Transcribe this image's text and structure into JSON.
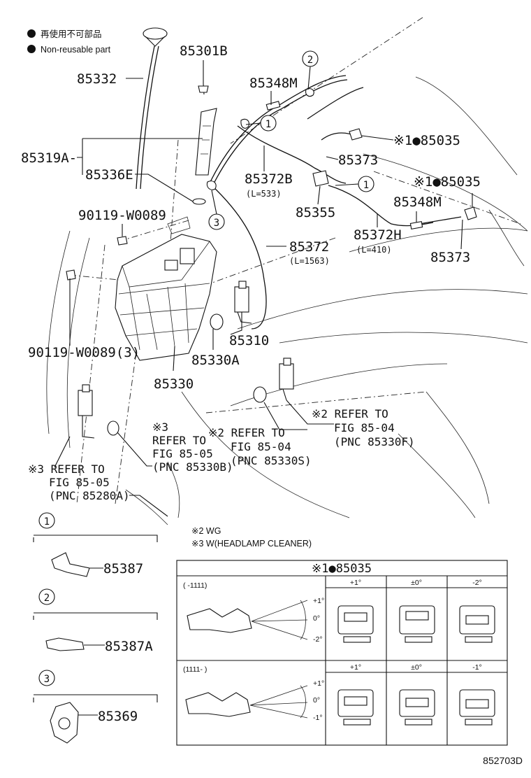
{
  "legend": {
    "jp_text": "再使用不可部品",
    "en_text": "Non-reusable part"
  },
  "labels": {
    "p85332": "85332",
    "p85301B": "85301B",
    "p85319A": "85319A-",
    "p85336E": "85336E",
    "p85348M_top": "85348M",
    "p85348M_right": "85348M",
    "p85035_top": "※1●85035",
    "p85035_mid": "※1●85035",
    "p85373_top": "85373",
    "p85373_bottom": "85373",
    "p85372B": "85372B",
    "p85372B_len": "(L=533)",
    "p85355": "85355",
    "p85372H": "85372H",
    "p85372H_len": "(L=410)",
    "p85372": "85372",
    "p85372_len": "(L=1563)",
    "p90119_top": "90119-W0089",
    "p90119_left": "90119-W0089(3)",
    "p85310": "85310",
    "p85330A": "85330A",
    "p85330": "85330",
    "circle1a": "1",
    "circle1b": "1",
    "circle2": "2",
    "circle3": "3"
  },
  "refs": {
    "ref2_right": [
      "※2 REFER TO",
      "FIG 85-04",
      "(PNC 85330F)"
    ],
    "ref2_mid": [
      "※2 REFER TO",
      "FIG 85-04",
      "(PNC 85330S)"
    ],
    "ref3_mid": [
      "※3",
      "REFER TO",
      "FIG 85-05",
      "(PNC 85330B)"
    ],
    "ref3_left": [
      "※3 REFER TO",
      "FIG 85-05",
      "(PNC 85280A)"
    ]
  },
  "notes": {
    "wg": "※2 WG",
    "headlamp": "※3 W(HEADLAMP CLEANER)"
  },
  "details": [
    {
      "num": "1",
      "part": "85387"
    },
    {
      "num": "2",
      "part": "85387A"
    },
    {
      "num": "3",
      "part": "85369"
    }
  ],
  "table": {
    "title": "※1●85035",
    "row1": {
      "label": "(  -1111)",
      "cols": [
        "+1°",
        "±0°",
        "-2°"
      ],
      "angles": [
        "+1°",
        "0°",
        "-2°"
      ]
    },
    "row2": {
      "label": "(1111-   )",
      "cols": [
        "+1°",
        "±0°",
        "-1°"
      ],
      "angles": [
        "+1°",
        "0°",
        "-1°"
      ]
    }
  },
  "footer": {
    "code": "852703D"
  }
}
